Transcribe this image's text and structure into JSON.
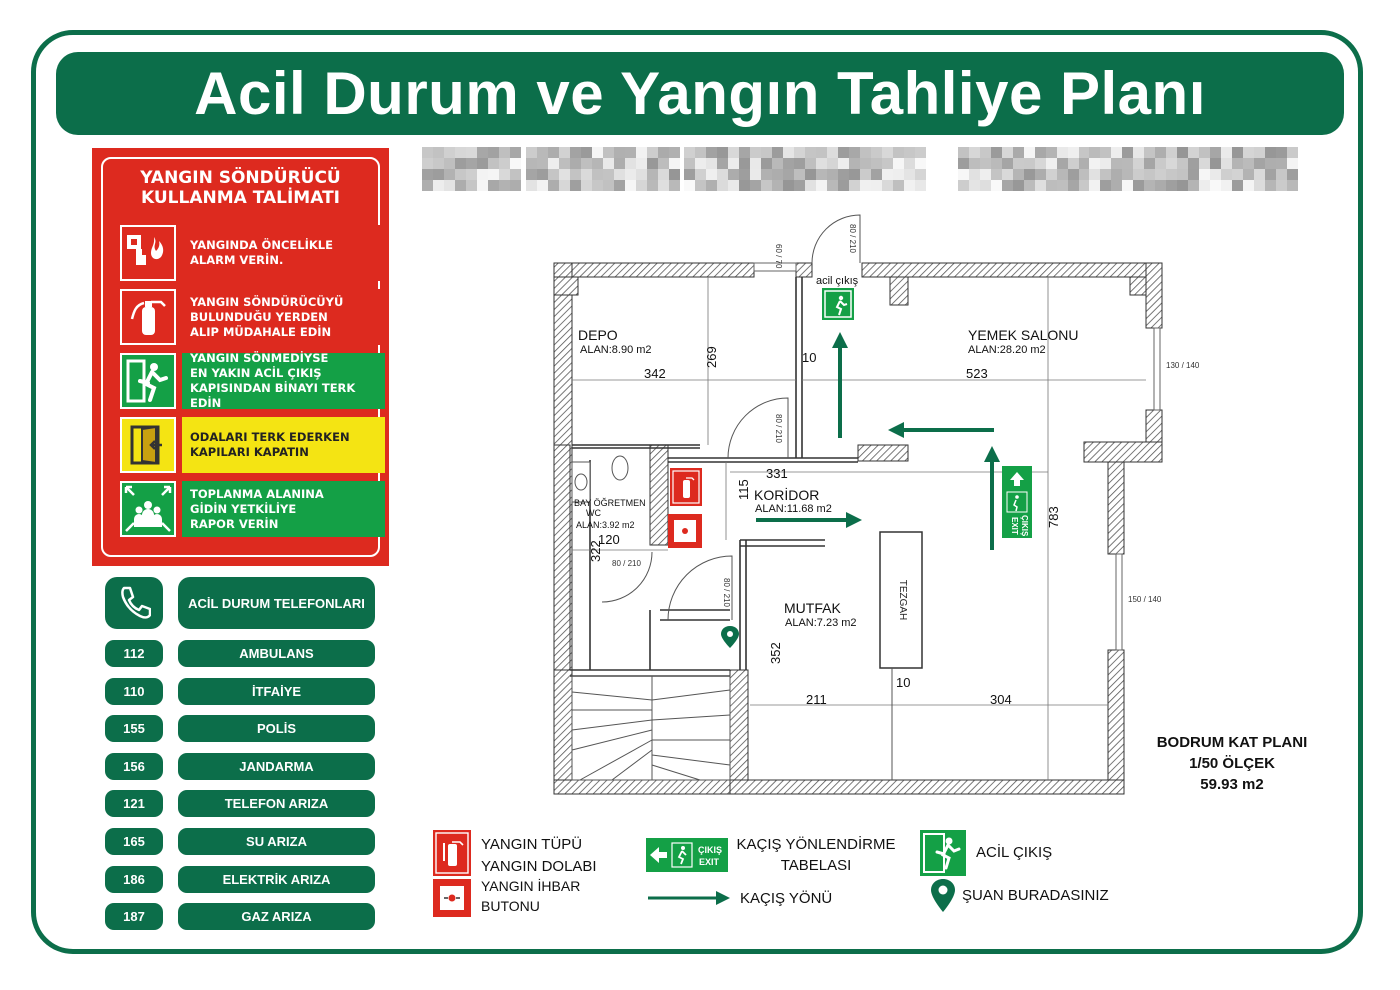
{
  "header": {
    "title": "Acil Durum ve Yangın Tahliye Planı"
  },
  "instructions": {
    "title_line1": "YANGIN SÖNDÜRÜCÜ",
    "title_line2": "KULLANMA TALİMATI",
    "steps": [
      {
        "line1": "YANGINDA ÖNCELİKLE",
        "line2": "ALARM VERİN.",
        "line3": "",
        "color": "#dd2a1f",
        "text_color": "#ffffff",
        "icon": "alarm-hand-icon"
      },
      {
        "line1": "YANGIN SÖNDÜRÜCÜYÜ",
        "line2": "BULUNDUĞU YERDEN",
        "line3": "ALIP MÜDAHALE EDİN",
        "color": "#dd2a1f",
        "text_color": "#ffffff",
        "icon": "extinguisher-icon"
      },
      {
        "line1": "YANGIN SÖNMEDİYSE",
        "line2": "EN YAKIN ACİL ÇIKIŞ",
        "line3": "KAPISINDAN BİNAYI TERK EDİN",
        "color": "#14a046",
        "text_color": "#ffffff",
        "icon": "running-exit-icon"
      },
      {
        "line1": "ODALARI TERK EDERKEN",
        "line2": "KAPILARI KAPATIN",
        "line3": "",
        "color": "#f4e413",
        "text_color": "#222222",
        "icon": "door-icon"
      },
      {
        "line1": "TOPLANMA ALANINA",
        "line2": "GİDİN YETKİLİYE",
        "line3": "RAPOR VERİN",
        "color": "#14a046",
        "text_color": "#ffffff",
        "icon": "assembly-point-icon"
      }
    ]
  },
  "phones": {
    "heading": "ACİL DURUM TELEFONLARI",
    "entries": [
      {
        "number": "112",
        "label": "AMBULANS"
      },
      {
        "number": "110",
        "label": "İTFAİYE"
      },
      {
        "number": "155",
        "label": "POLİS"
      },
      {
        "number": "156",
        "label": "JANDARMA"
      },
      {
        "number": "121",
        "label": "TELEFON ARIZA"
      },
      {
        "number": "165",
        "label": "SU ARIZA"
      },
      {
        "number": "186",
        "label": "ELEKTRİK ARIZA"
      },
      {
        "number": "187",
        "label": "GAZ ARIZA"
      }
    ]
  },
  "plan": {
    "rooms": {
      "depo_name": "DEPO",
      "depo_area": "ALAN:8.90 m2",
      "yemek_name": "YEMEK SALONU",
      "yemek_area": "ALAN:28.20 m2",
      "koridor_name": "KORİDOR",
      "koridor_area": "ALAN:11.68 m2",
      "mutfak_name": "MUTFAK",
      "mutfak_area": "ALAN:7.23 m2",
      "wc_name1": "BAY ÖĞRETMEN",
      "wc_name2": "WC",
      "wc_area": "ALAN:3.92 m2"
    },
    "dimensions": {
      "d342": "342",
      "d269": "269",
      "d10a": "10",
      "d523": "523",
      "d331": "331",
      "d115": "115",
      "d120": "120",
      "d322": "322",
      "d352": "352",
      "d783": "783",
      "d211": "211",
      "d304": "304",
      "d10b": "10"
    },
    "door_labels": {
      "top_small": "60 / 70",
      "top_main": "80 / 210",
      "depo_door": "80 / 210",
      "wc_door": "80 / 210",
      "kitchen_door": "80 / 210",
      "win_right_top": "130 / 140",
      "win_right_bottom": "150 / 140"
    },
    "emergency_exit_label": "acil çıkış",
    "counter_label": "TEZGAH",
    "exit_sign_text1": "ÇIKIŞ",
    "exit_sign_text2": "EXIT"
  },
  "scale": {
    "line1": "BODRUM KAT PLANI",
    "line2": "1/50 ÖLÇEK",
    "line3": "59.93 m2"
  },
  "legend": {
    "tube": "YANGIN TÜPÜ",
    "cabinet": "YANGIN DOLABI",
    "button_line1": "YANGIN İHBAR",
    "button_line2": "BUTONU",
    "direction_sign_line1": "KAÇIŞ YÖNLENDİRME",
    "direction_sign_line2": "TABELASI",
    "escape_direction": "KAÇIŞ YÖNÜ",
    "emergency_exit": "ACİL ÇIKIŞ",
    "you_are_here": "ŞUAN BURADASINIZ"
  },
  "colors": {
    "brand_green": "#0c6e4a",
    "sign_red": "#dd2a1f",
    "exit_green": "#14a046"
  }
}
